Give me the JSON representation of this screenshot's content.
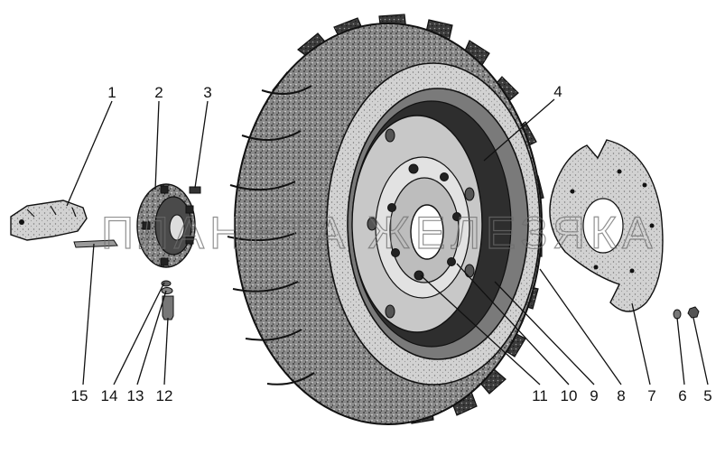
{
  "diagram": {
    "callouts": [
      "1",
      "2",
      "3",
      "4",
      "5",
      "6",
      "7",
      "8",
      "9",
      "10",
      "11",
      "12",
      "13",
      "14",
      "15"
    ],
    "watermark": "ПЛАНЕТА ЖЕЛЕЗЯКА"
  }
}
